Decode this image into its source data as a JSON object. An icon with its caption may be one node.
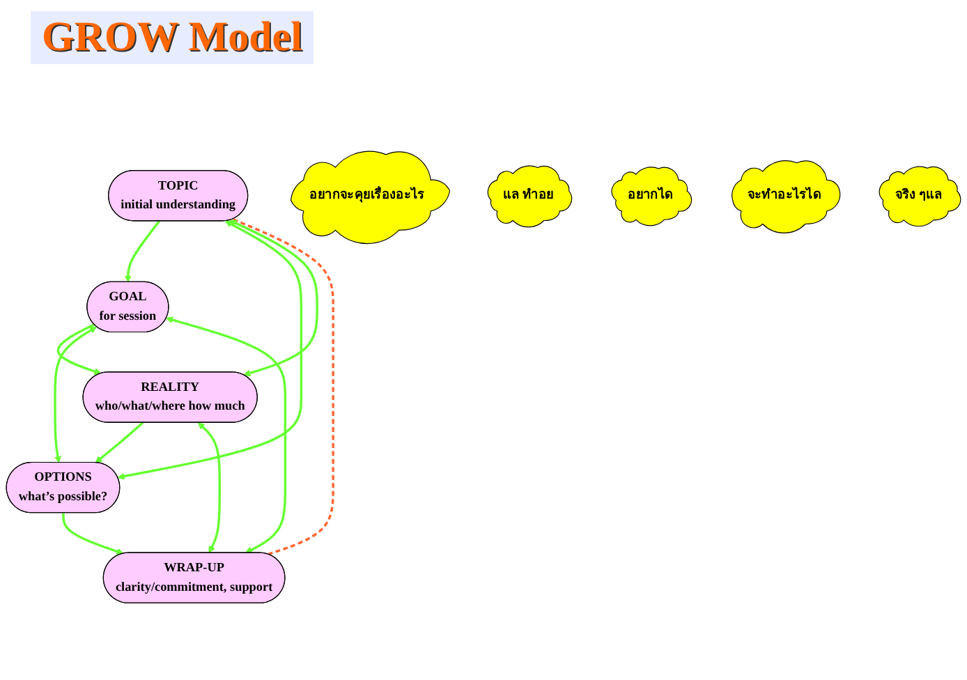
{
  "diagram": {
    "title": "GROW Model",
    "nodes": [
      {
        "text": [
          "TOPIC",
          "initial understanding"
        ]
      },
      {
        "text": [
          "GOAL",
          "for session"
        ]
      },
      {
        "text": [
          "REALITY",
          "who/what/where how much"
        ]
      },
      {
        "text": [
          "OPTIONS",
          "what’s possible?"
        ]
      },
      {
        "text": [
          "WRAP-UP",
          "clarity/commitment, support"
        ]
      },
      {
        "text": [
          "อยากจะคุยเรื่องอะไร"
        ]
      },
      {
        "text": [
          "แล ทำอย"
        ]
      },
      {
        "text": [
          "อยากได"
        ]
      },
      {
        "text": [
          "จะทำอะไรได"
        ]
      },
      {
        "text": [
          "จริง ๆแล"
        ]
      }
    ],
    "edges": [
      {
        "from": 0,
        "to": 1,
        "arrow": "to"
      },
      {
        "from": 1,
        "to": 2,
        "arrow": "to"
      },
      {
        "from": 2,
        "to": 3,
        "arrow": "to"
      },
      {
        "from": 3,
        "to": 4,
        "arrow": "to"
      },
      {
        "from": 4,
        "to": 0,
        "arrow": "none",
        "style": "dashed",
        "color": "#ff6633"
      },
      {
        "from": 0,
        "to": 3,
        "arrow": "both"
      },
      {
        "from": 0,
        "to": 2,
        "arrow": "both"
      },
      {
        "from": 4,
        "to": 1,
        "arrow": "both"
      },
      {
        "from": 4,
        "to": 2,
        "arrow": "both"
      },
      {
        "from": 1,
        "to": 3,
        "arrow": "both"
      }
    ]
  }
}
